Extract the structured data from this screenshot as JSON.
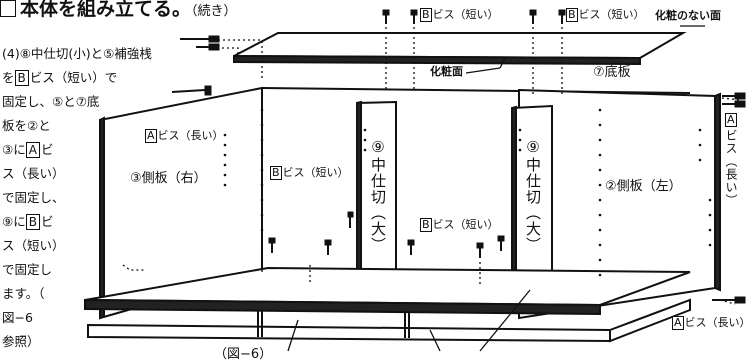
{
  "heading": {
    "prefix": "本体を組み立てる。",
    "suffix": "（続き）"
  },
  "instruction": {
    "lines": [
      "(4)⑧中仕切(小)と⑤補強桟",
      "を|B|ビス（短い）で",
      "固定し、⑤と⑦底",
      "板を②と",
      "③に|A|ビ",
      "ス（長い）",
      "で固定し、",
      "⑨に|B|ビ",
      "ス（短い）",
      "で固定し",
      "ます。（",
      "図−6",
      "参照）"
    ]
  },
  "labels": {
    "top_screw_1": {
      "box": "B",
      "text": "ビス（短い）"
    },
    "top_screw_2": {
      "box": "B",
      "text": "ビス（短い）"
    },
    "no_veneer_face": "化粧のない面",
    "veneer_face": "化粧面",
    "bottom_board": "⑦底板",
    "side_right": "③側板（右）",
    "side_left": "②側板（左）",
    "partition_1": "⑨中仕切（大）",
    "partition_2": "⑨中仕切（大）",
    "screw_a_long_mid": {
      "box": "A",
      "text": "ビス（長い）"
    },
    "screw_b_short_mid1": {
      "box": "B",
      "text": "ビス（短い）"
    },
    "screw_b_short_mid2": {
      "box": "B",
      "text": "ビス（短い）"
    },
    "screw_a_right_vertical": {
      "box": "A",
      "text": "ビス（長い）"
    },
    "screw_a_right_bottom": {
      "box": "A",
      "text": "ビス（長い）"
    },
    "figure_ref": "（図−6）"
  },
  "colors": {
    "line": "#111111",
    "panel": "#ffffff",
    "panel_shadow": "#2b2b2b"
  }
}
